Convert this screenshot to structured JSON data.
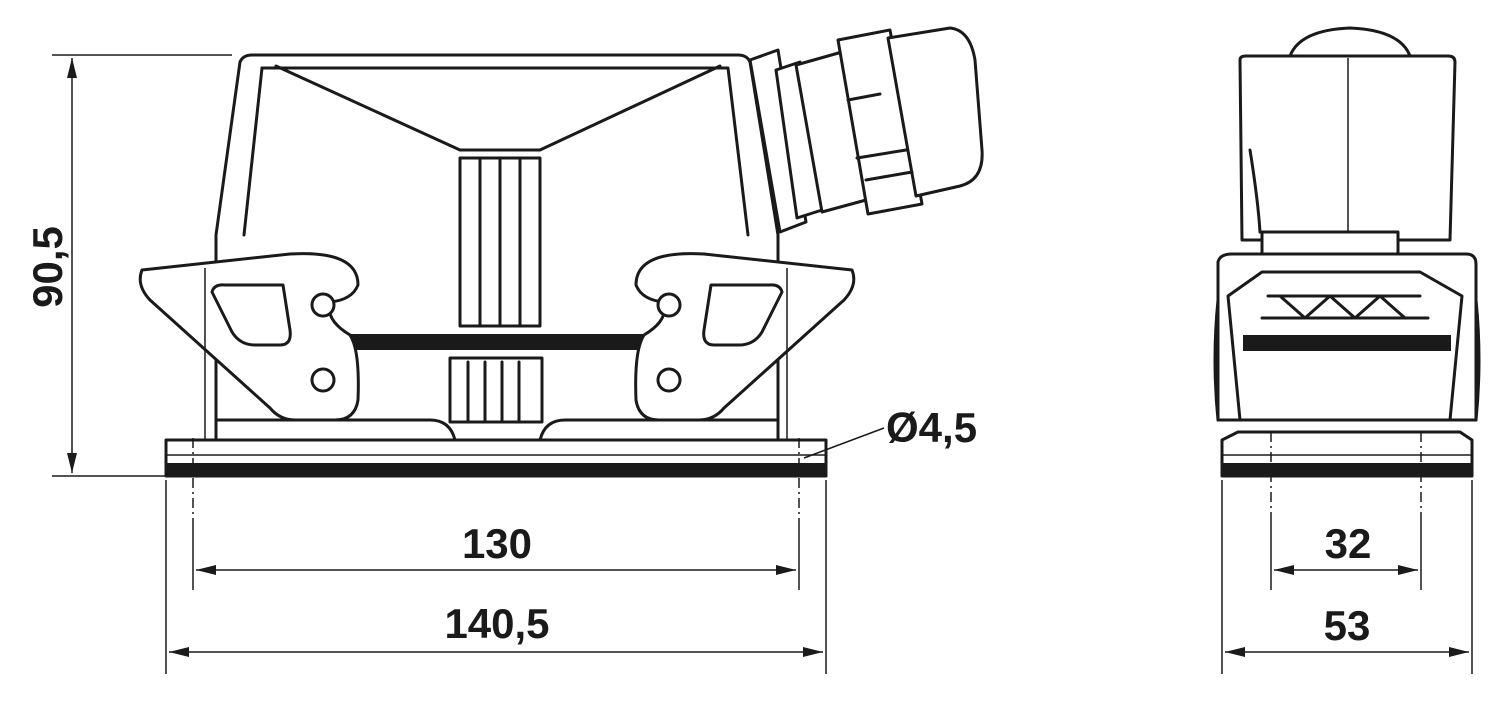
{
  "drawing": {
    "dimensions": {
      "height": "90,5",
      "hole_diameter": "Ø4,5",
      "hole_spacing": "130",
      "total_width": "140,5",
      "side_hole_spacing": "32",
      "side_width": "53"
    },
    "colors": {
      "line": "#1a1a1a",
      "background": "#ffffff"
    }
  }
}
